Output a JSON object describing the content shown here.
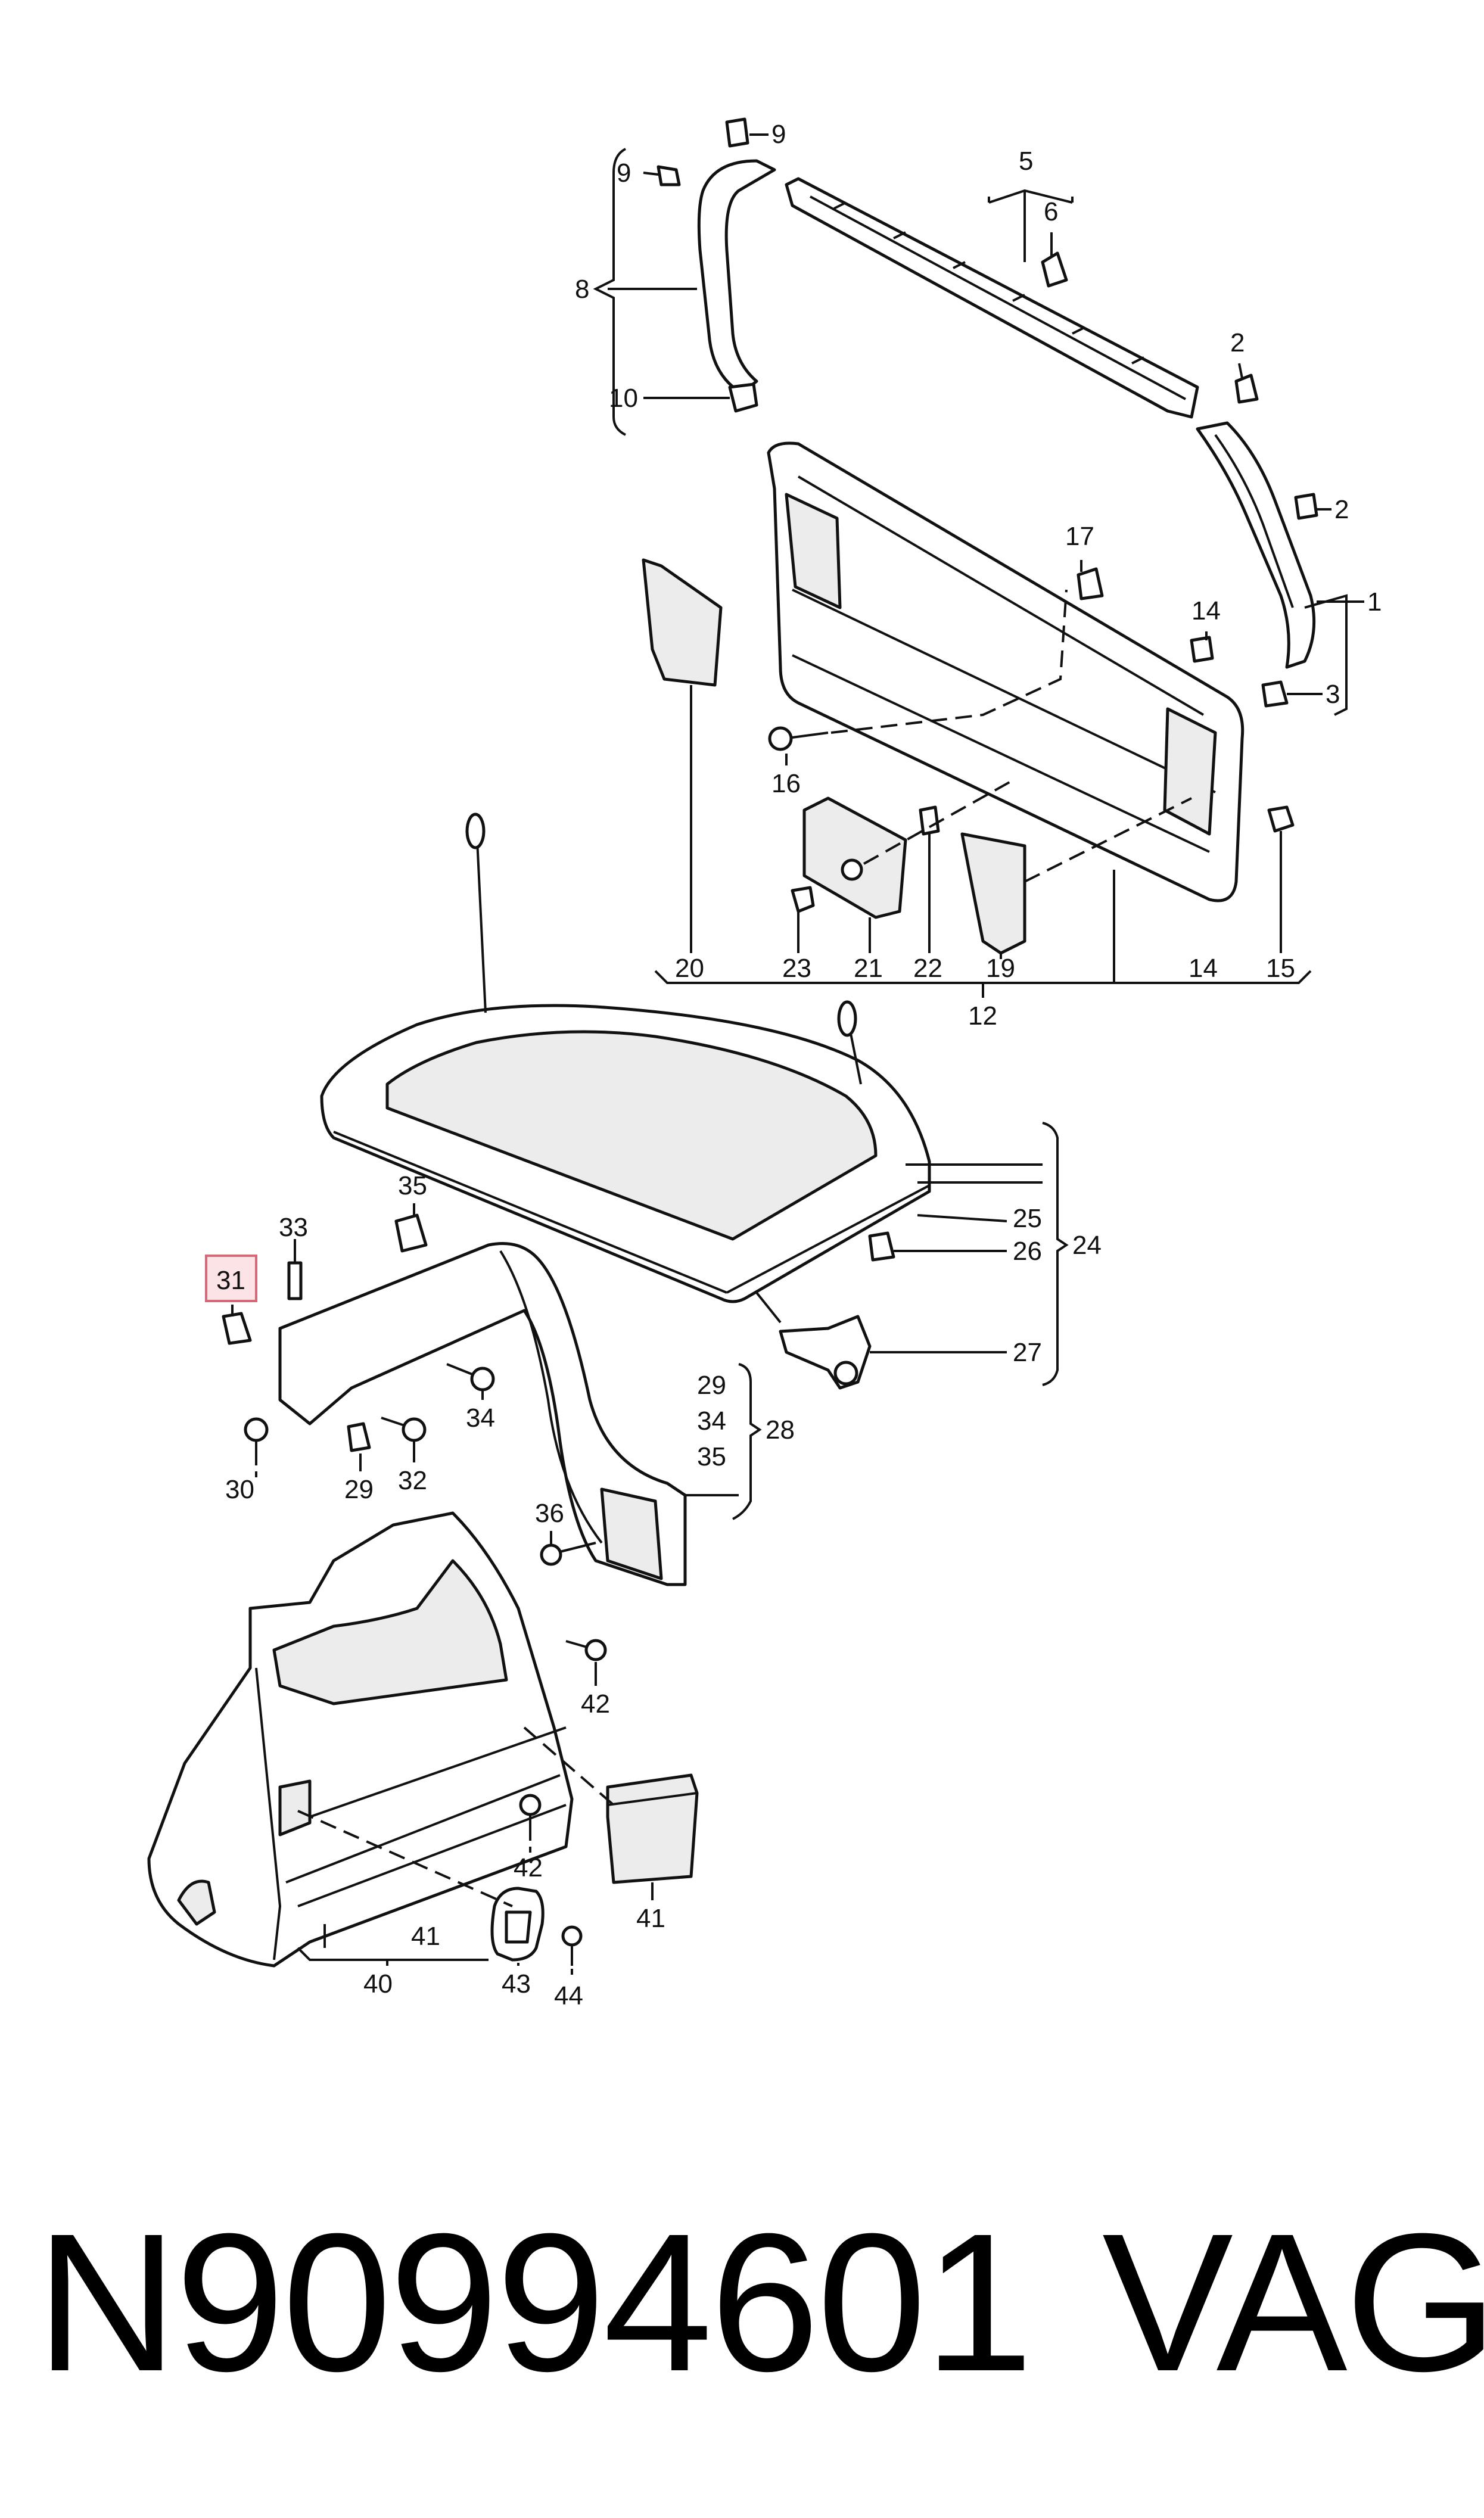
{
  "diagram": {
    "highlight_color": "#d46a78",
    "callouts": {
      "c9": "9",
      "c9b": "9",
      "c5": "5",
      "c6": "6",
      "c8": "8",
      "c10": "10",
      "c2a": "2",
      "c2b": "2",
      "c1": "1",
      "c3": "3",
      "c17": "17",
      "c14a": "14",
      "c16": "16",
      "c20": "20",
      "c23": "23",
      "c21": "21",
      "c22": "22",
      "c19": "19",
      "c14b": "14",
      "c15": "15",
      "c12": "12",
      "c35": "35",
      "c33": "33",
      "c31": "31",
      "c25": "25",
      "c26": "26",
      "c24": "24",
      "c27": "27",
      "c34a": "34",
      "c32": "32",
      "c29a": "29",
      "c30": "30",
      "c29b": "29",
      "c34b": "34",
      "c35b": "35",
      "c28": "28",
      "c36": "36",
      "c42a": "42",
      "c42b": "42",
      "c41a": "41",
      "c41b": "41",
      "c40": "40",
      "c43": "43",
      "c44": "44"
    }
  },
  "footer": {
    "part_number": "N90994601",
    "brand": "VAG"
  }
}
